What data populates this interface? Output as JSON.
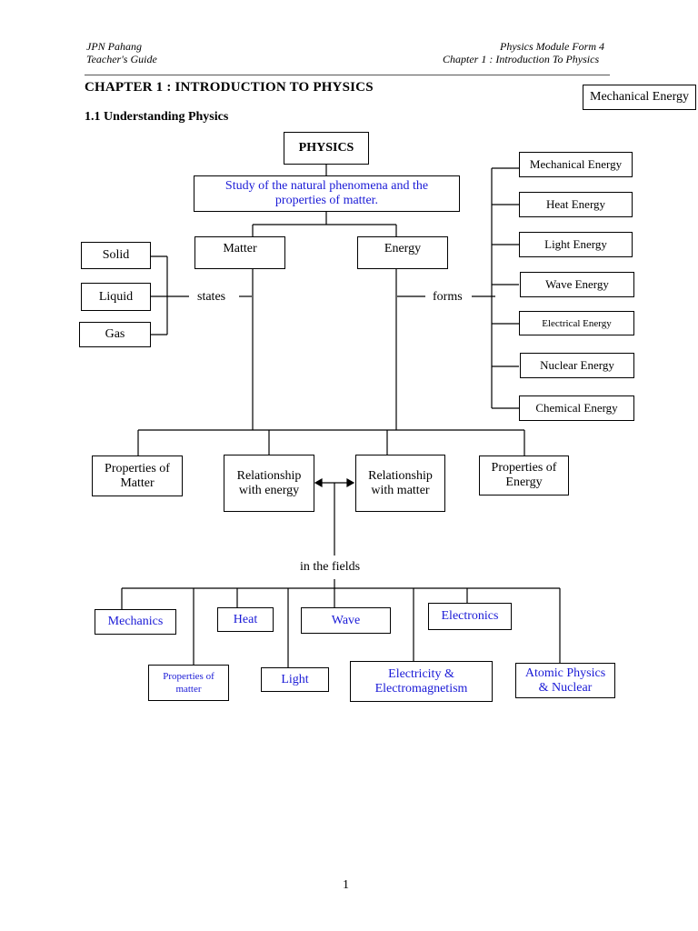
{
  "header": {
    "left_line1": "JPN Pahang",
    "left_line2": "Teacher's Guide",
    "right_line1": "Physics Module Form 4",
    "right_line2": "Chapter 1 : Introduction To Physics"
  },
  "chapter_title": "CHAPTER 1 :  INTRODUCTION TO PHYSICS",
  "section_title": "1.1 Understanding Physics",
  "stray_box": "Mechanical Energy",
  "diagram": {
    "root": "PHYSICS",
    "definition": "Study of  the natural phenomena and the properties of matter.",
    "matter": "Matter",
    "energy": "Energy",
    "states_label": "states",
    "forms_label": "forms",
    "states": [
      "Solid",
      "Liquid",
      "Gas"
    ],
    "energy_forms": [
      "Mechanical Energy",
      "Heat Energy",
      "Light Energy",
      "Wave Energy",
      "Electrical Energy",
      "Nuclear Energy",
      "Chemical Energy"
    ],
    "properties_of_matter": "Properties of Matter",
    "relationship_energy": "Relationship with energy",
    "relationship_matter": "Relationship with matter",
    "properties_of_energy": "Properties of Energy",
    "fields_label": "in the fields",
    "fields": {
      "mechanics": "Mechanics",
      "properties_matter": "Properties of matter",
      "heat": "Heat",
      "light": "Light",
      "wave": "Wave",
      "electricity": "Electricity & Electromagnetism",
      "electronics": "Electronics",
      "atomic": "Atomic Physics & Nuclear"
    }
  },
  "page_number": "1",
  "colors": {
    "field_text": "#1a1ad6",
    "text": "#000000"
  }
}
